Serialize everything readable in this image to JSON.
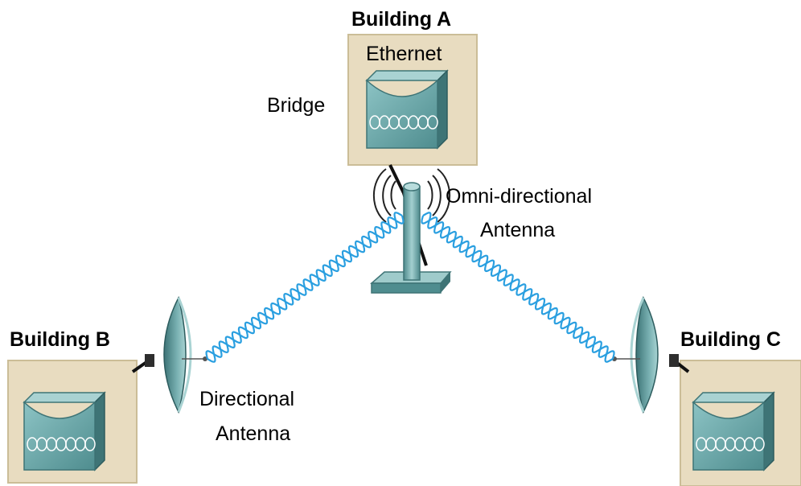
{
  "diagram": {
    "building_a": {
      "title": "Building A",
      "network_label": "Ethernet",
      "device_label": "Bridge"
    },
    "building_b": {
      "title": "Building B"
    },
    "building_c": {
      "title": "Building C"
    },
    "omni_antenna": {
      "line1": "Omni-directional",
      "line2": "Antenna"
    },
    "directional_antenna": {
      "line1": "Directional",
      "line2": "Antenna"
    }
  },
  "colors": {
    "building_box": "#e8dcc0",
    "device_teal": "#6aa3a5",
    "device_dark": "#3e7476",
    "wave_blue": "#2a9fe0"
  }
}
